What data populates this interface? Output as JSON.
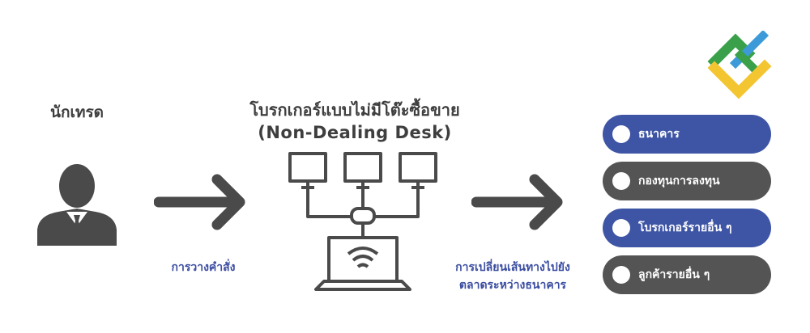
{
  "trader": {
    "label": "นักเทรด"
  },
  "broker": {
    "title_thai": "โบรกเกอร์แบบไม่มีโต๊ะซื้อขาย",
    "title_en": "(Non-Dealing Desk)"
  },
  "captions": {
    "order": "การวางคำสั่ง",
    "routing_line1": "การเปลี่ยนเส้นทางไปยัง",
    "routing_line2": "ตลาดระหว่างธนาคาร"
  },
  "destinations": [
    {
      "label": "ธนาคาร",
      "color": "#3e55a5"
    },
    {
      "label": "กองทุนการลงทุน",
      "color": "#545454"
    },
    {
      "label": "โบรกเกอร์รายอื่น ๆ",
      "color": "#3e55a5"
    },
    {
      "label": "ลูกค้ารายอื่น ๆ",
      "color": "#545454"
    }
  ],
  "colors": {
    "icon_gray": "#4a4a4a",
    "accent_blue": "#3b4da1",
    "logo_green": "#3aa14a",
    "logo_yellow": "#f2c531",
    "logo_blue": "#3d9ad9"
  }
}
